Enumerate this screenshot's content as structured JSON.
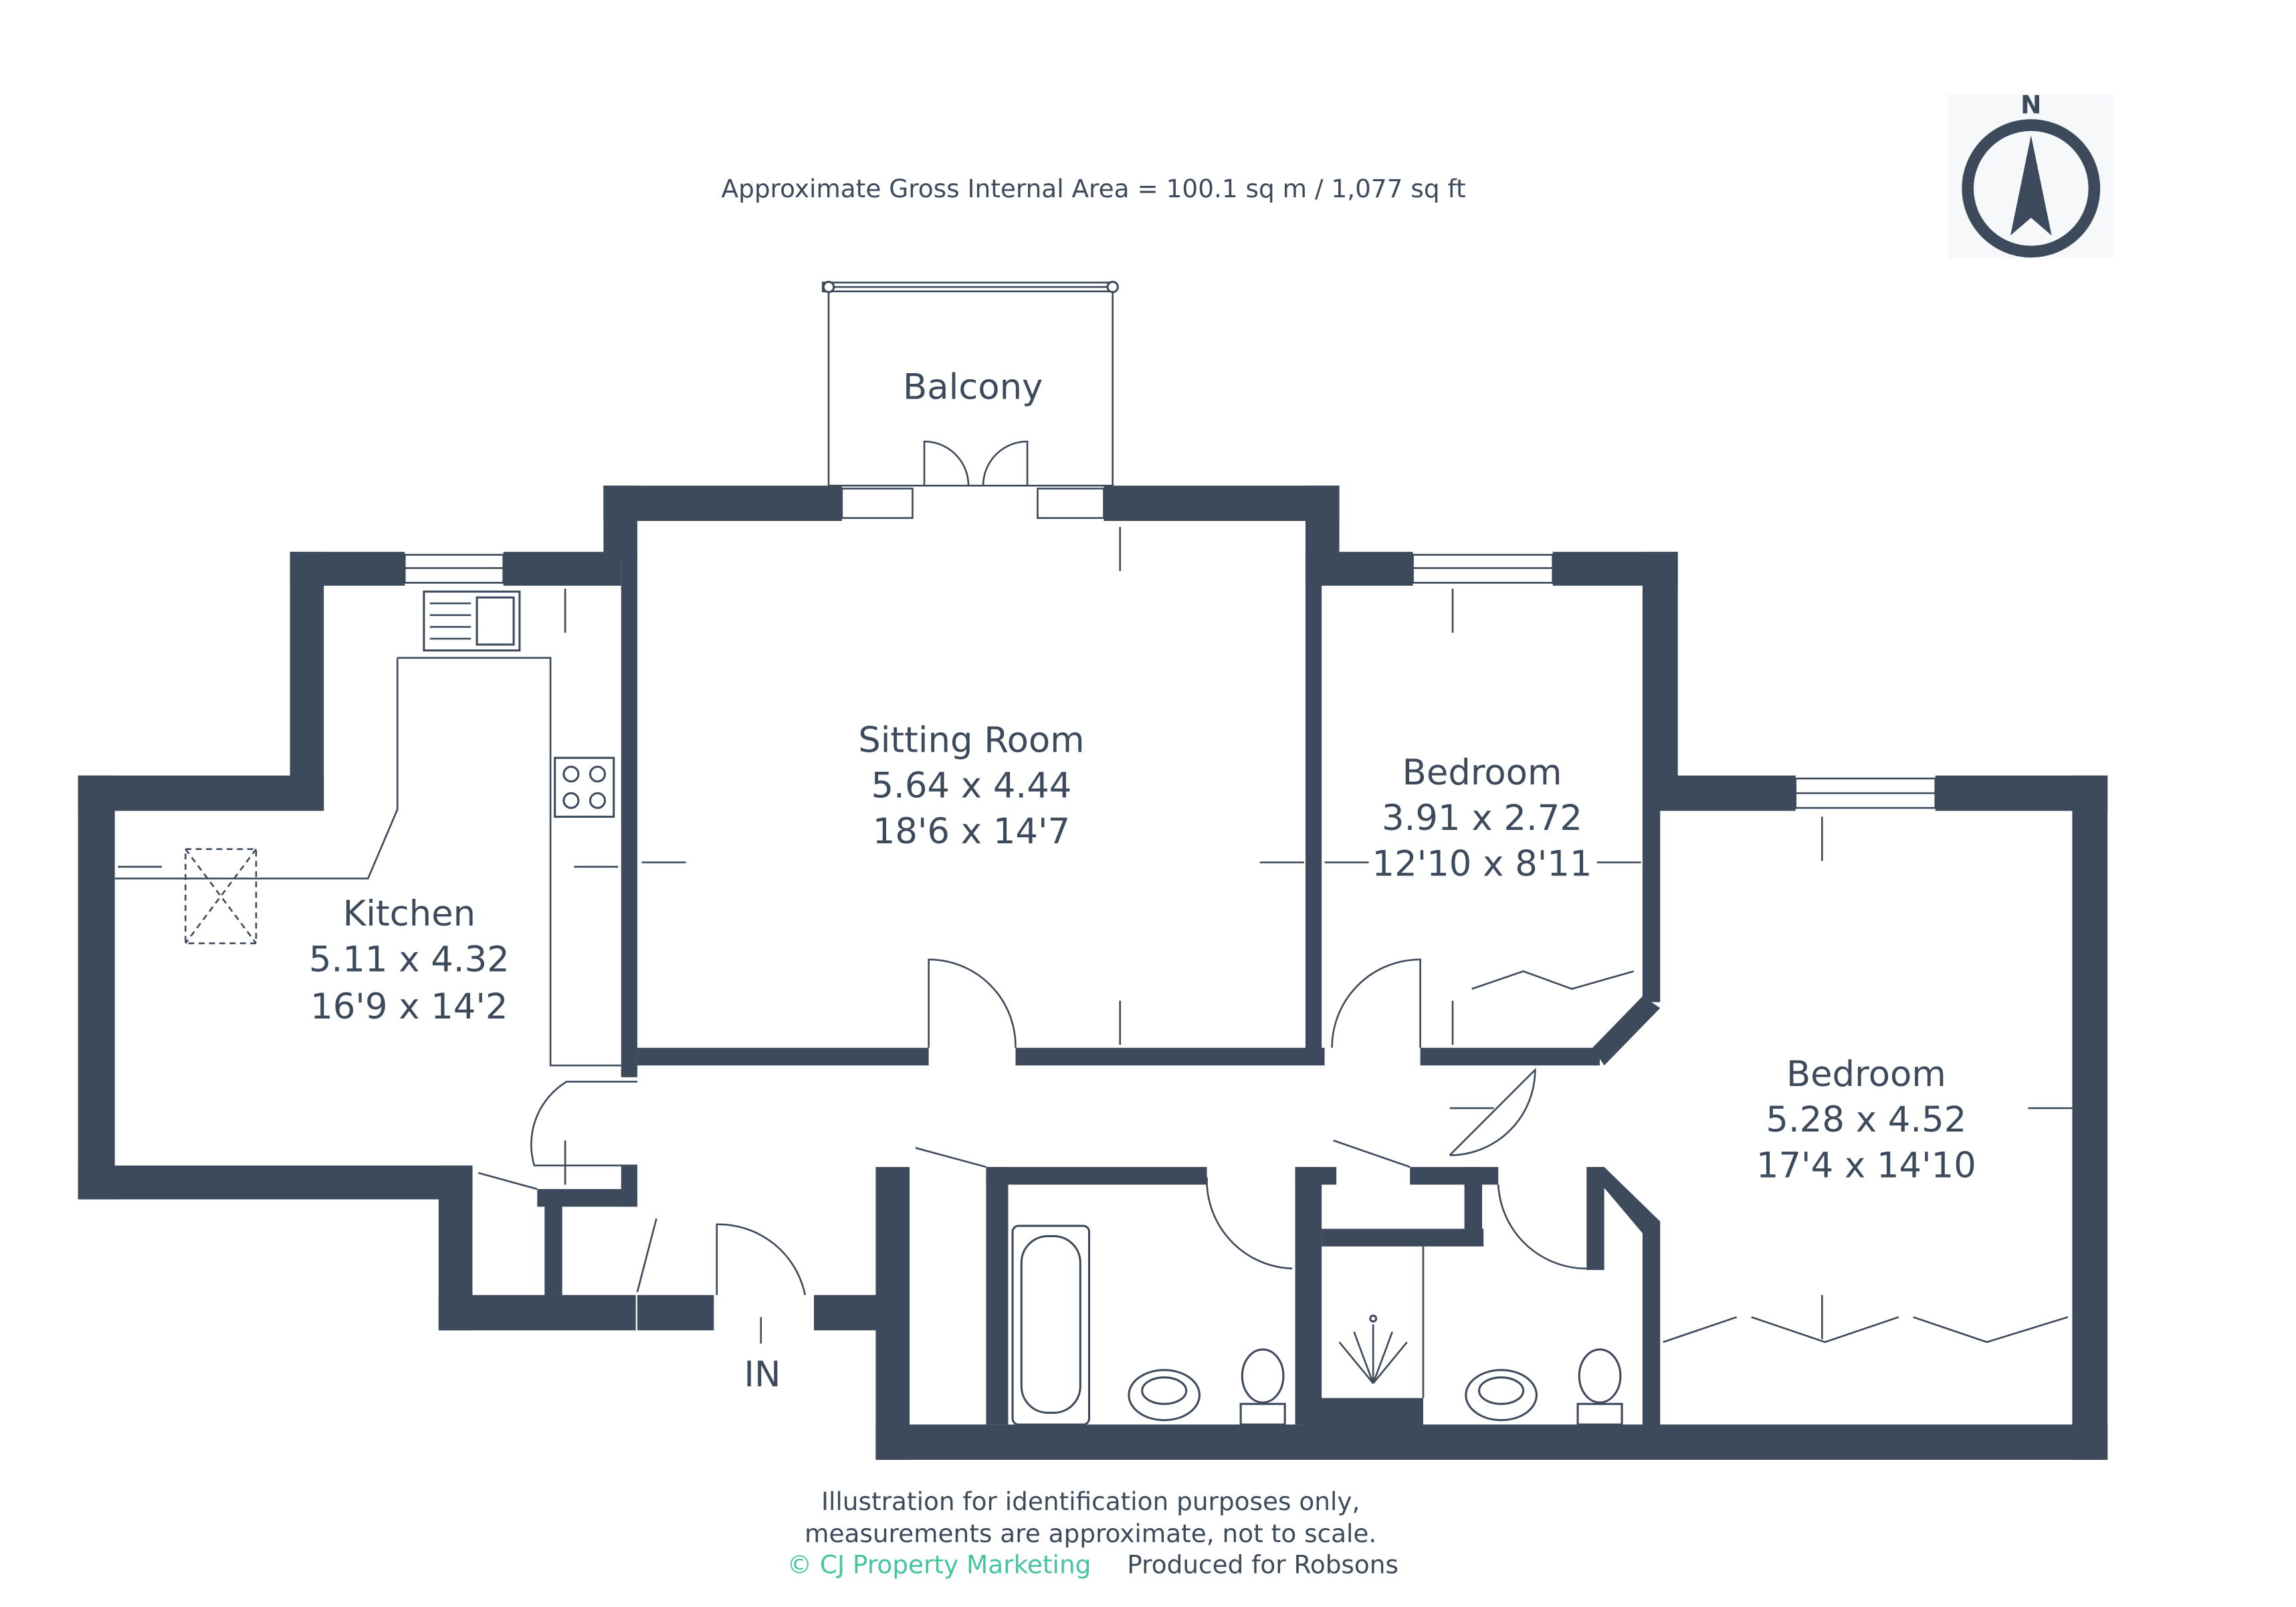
{
  "title": "Approximate Gross Internal Area = 100.1 sq m / 1,077 sq ft",
  "compass": {
    "label": "N",
    "icon": "north-arrow-icon"
  },
  "rooms": [
    {
      "name": "Kitchen",
      "metric": "5.11 x 4.32",
      "imperial": "16'9 x 14'2"
    },
    {
      "name": "Sitting Room",
      "metric": "5.64 x 4.44",
      "imperial": "18'6 x 14'7"
    },
    {
      "name": "Bedroom",
      "metric": "3.91 x 2.72",
      "imperial": "12'10 x 8'11"
    },
    {
      "name": "Bedroom",
      "metric": "5.28 x 4.52",
      "imperial": "17'4 x 14'10"
    }
  ],
  "balcony": "Balcony",
  "entrance": "IN",
  "footer": {
    "line1": "Illustration for identification purposes only,",
    "line2": "measurements are approximate, not to scale.",
    "copyright": "© CJ Property Marketing",
    "produced": "Produced for Robsons"
  },
  "colors": {
    "wall": "#3d4a5c",
    "brand": "#45c4a0"
  }
}
